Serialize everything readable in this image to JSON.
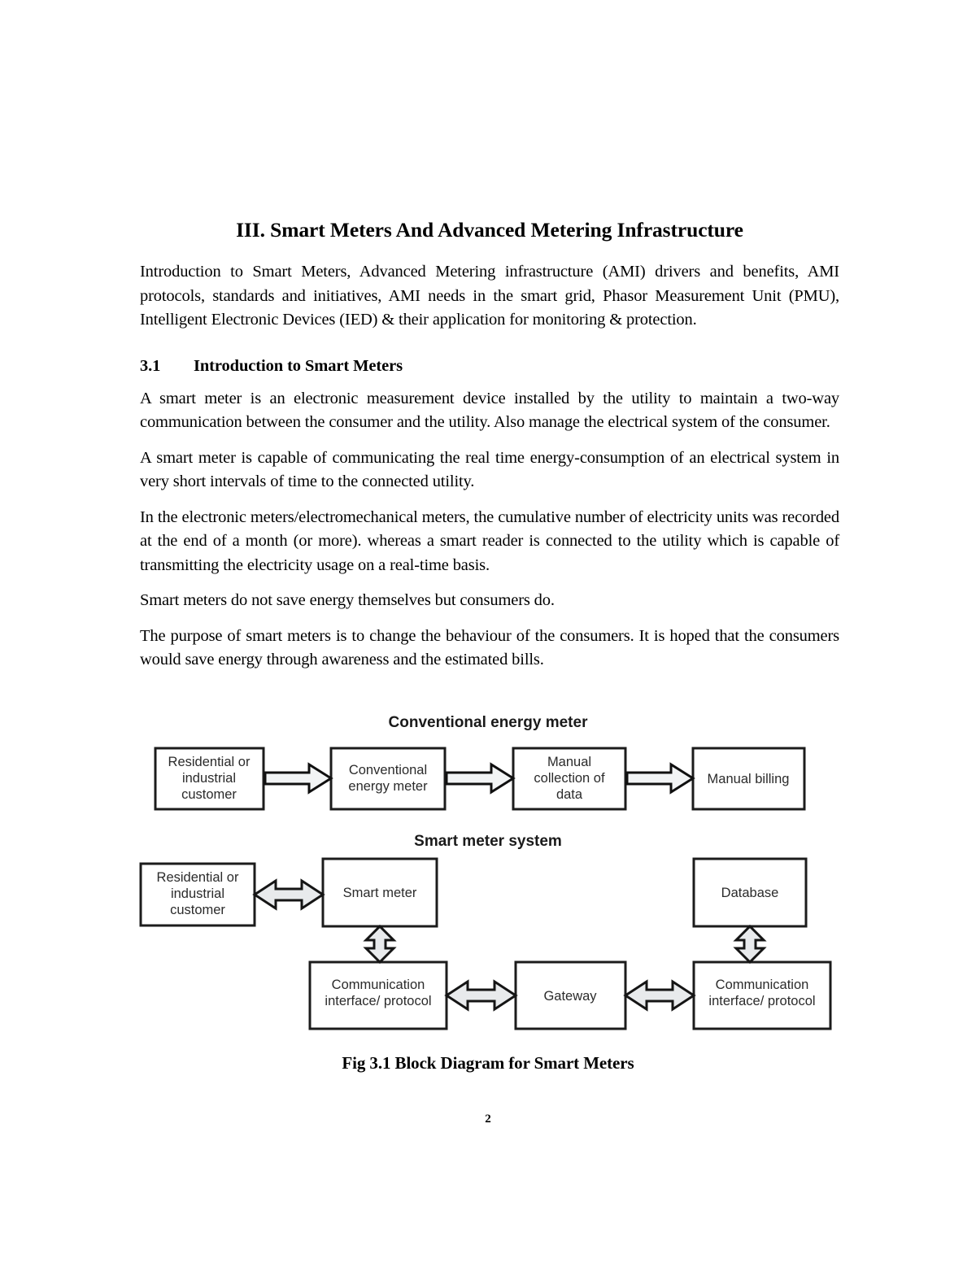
{
  "document": {
    "title": "III. Smart Meters And Advanced Metering Infrastructure",
    "abstract": "Introduction to Smart Meters, Advanced Metering infrastructure (AMI) drivers and benefits, AMI protocols, standards and initiatives, AMI needs in the smart grid, Phasor Measurement Unit (PMU), Intelligent Electronic Devices (IED) & their application for monitoring & protection.",
    "page_number": "2"
  },
  "section": {
    "number": "3.1",
    "heading": "Introduction to Smart Meters",
    "paragraphs": [
      "A smart meter is an electronic measurement device installed by the utility to maintain a two-way communication between the consumer and the utility. Also manage the electrical system of the consumer.",
      "A smart meter is capable of communicating the real time energy-consumption of an electrical system in very short intervals of time to the connected utility.",
      "In the electronic meters/electromechanical meters, the cumulative number of electricity units was recorded at the end of a month (or more). whereas a smart reader is connected to the utility which is capable of transmitting the electricity usage on a real-time basis.",
      "Smart meters do not save energy themselves but consumers do.",
      "The purpose of smart meters is to change the behaviour of the consumers. It is hoped that the consumers would save energy through awareness and the estimated bills."
    ]
  },
  "figure": {
    "caption": "Fig 3.1 Block Diagram for Smart Meters",
    "diagram1": {
      "title": "Conventional energy meter",
      "blocks": [
        {
          "id": "residential-customer",
          "label": "Residential or\nindustrial\ncustomer",
          "lines": [
            "Residential or",
            "industrial",
            "customer"
          ]
        },
        {
          "id": "conventional-energy-meter",
          "label": "Conventional\nenergy meter",
          "lines": [
            "Conventional",
            "energy meter"
          ]
        },
        {
          "id": "manual-collection-of-data",
          "label": "Manual\ncollection of\ndata",
          "lines": [
            "Manual",
            "collection of",
            "data"
          ]
        },
        {
          "id": "manual-billing",
          "label": "Manual billing",
          "lines": [
            "Manual billing"
          ]
        }
      ],
      "connections": [
        {
          "from": "residential-customer",
          "to": "conventional-energy-meter",
          "type": "single"
        },
        {
          "from": "conventional-energy-meter",
          "to": "manual-collection-of-data",
          "type": "single"
        },
        {
          "from": "manual-collection-of-data",
          "to": "manual-billing",
          "type": "single"
        }
      ]
    },
    "diagram2": {
      "title": "Smart meter system",
      "blocks": [
        {
          "id": "residential-customer-2",
          "label": "Residential or\nindustrial\ncustomer",
          "lines": [
            "Residential or",
            "industrial",
            "customer"
          ]
        },
        {
          "id": "smart-meter",
          "label": "Smart meter",
          "lines": [
            "Smart meter"
          ]
        },
        {
          "id": "database",
          "label": "Database",
          "lines": [
            "Database"
          ]
        },
        {
          "id": "comm-interface-left",
          "label": "Communication\ninterface/ protocol",
          "lines": [
            "Communication",
            "interface/ protocol"
          ]
        },
        {
          "id": "gateway",
          "label": "Gateway",
          "lines": [
            "Gateway"
          ]
        },
        {
          "id": "comm-interface-right",
          "label": "Communication\ninterface/ protocol",
          "lines": [
            "Communication",
            "interface/ protocol"
          ]
        }
      ],
      "connections": [
        {
          "from": "residential-customer-2",
          "to": "smart-meter",
          "type": "double-horizontal"
        },
        {
          "from": "smart-meter",
          "to": "comm-interface-left",
          "type": "double-vertical"
        },
        {
          "from": "comm-interface-left",
          "to": "gateway",
          "type": "double-horizontal"
        },
        {
          "from": "gateway",
          "to": "comm-interface-right",
          "type": "double-horizontal"
        },
        {
          "from": "comm-interface-right",
          "to": "database",
          "type": "double-vertical"
        }
      ]
    }
  },
  "colors": {
    "text": "#000000",
    "diagram_stroke": "#1c1c1c",
    "arrow_fill": "#e8eaec",
    "page_background": "#ffffff"
  }
}
